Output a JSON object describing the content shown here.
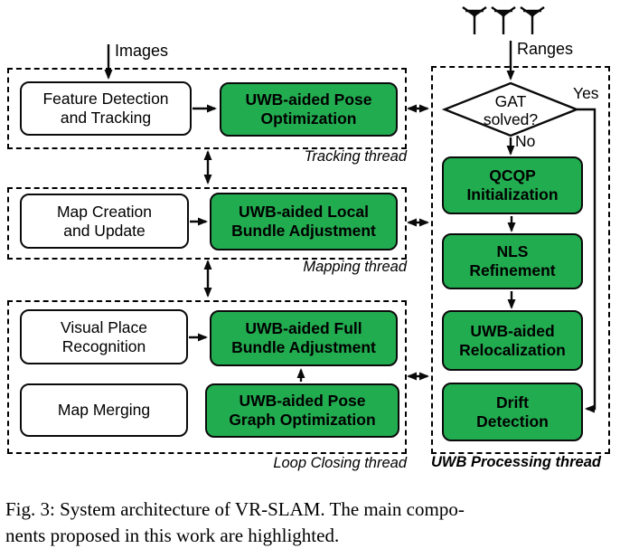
{
  "colors": {
    "green": "#22AC50"
  },
  "sources": {
    "images": "Images",
    "ranges": "Ranges"
  },
  "decision": {
    "question": "GAT\nsolved?",
    "yes": "Yes",
    "no": "No"
  },
  "boxes": {
    "feature_detection": "Feature Detection\nand Tracking",
    "map_creation": "Map Creation\nand Update",
    "visual_place": "Visual Place\nRecognition",
    "map_merging": "Map Merging",
    "pose_optimization": "UWB-aided Pose\nOptimization",
    "local_bundle_adjustment": "UWB-aided Local\nBundle Adjustment",
    "full_bundle_adjustment": "UWB-aided Full\nBundle Adjustment",
    "pose_graph_optimization": "UWB-aided Pose\nGraph Optimization",
    "qcqp_initialization": "QCQP\nInitialization",
    "nls_refinement": "NLS\nRefinement",
    "relocalization": "UWB-aided\nRelocalization",
    "drift_detection": "Drift\nDetection"
  },
  "threads": {
    "tracking": "Tracking thread",
    "mapping": "Mapping thread",
    "loop_closing": "Loop Closing thread",
    "uwb_processing": "UWB Processing thread"
  },
  "caption": "Fig. 3: System architecture of VR-SLAM. The main compo-\nnents proposed in this work are highlighted."
}
